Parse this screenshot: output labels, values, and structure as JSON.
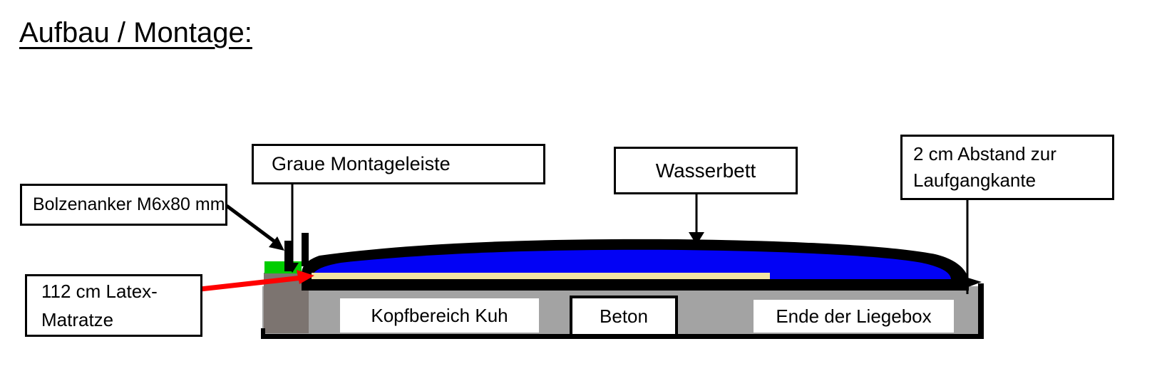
{
  "title": "Aufbau / Montage:",
  "callouts": {
    "bolzenanker": {
      "text": "Bolzenanker M6x80 mm"
    },
    "montageleiste": {
      "text": "Graue Montageleiste"
    },
    "wasserbett": {
      "text": "Wasserbett"
    },
    "abstand": {
      "line1": "2 cm Abstand zur",
      "line2": "Laufgangkante"
    },
    "latex": {
      "line1": "112 cm Latex-",
      "line2": "Matratze"
    }
  },
  "base_labels": {
    "kopfbereich": "Kopfbereich Kuh",
    "beton": "Beton",
    "ende": "Ende der Liegebox"
  },
  "colors": {
    "green_strip": "#00CD00",
    "water_blue": "#0202F5",
    "latex_tan": "#F2E4A4",
    "concrete_gray": "#A3A3A3",
    "dark_concrete": "#7C7470",
    "arrow_red": "#FF0000",
    "outline_black": "#000000"
  }
}
